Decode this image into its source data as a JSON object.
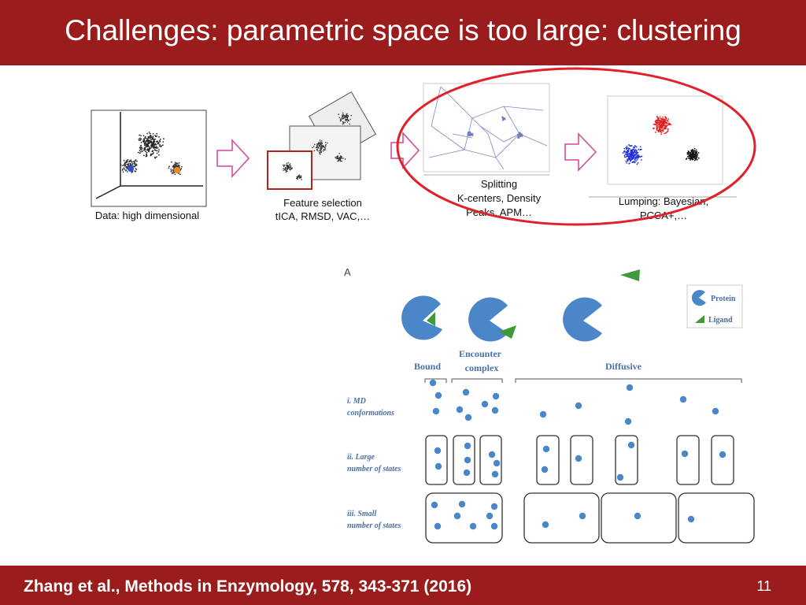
{
  "title": "Challenges: parametric space is too large: clustering",
  "footer": {
    "citation": "Zhang et al., Methods in Enzymology, 578, 343-371 (2016)",
    "page_number": "11"
  },
  "pipeline": {
    "steps": [
      {
        "caption_lines": [
          "Data: high dimensional"
        ]
      },
      {
        "caption_lines": [
          "Feature selection",
          "tICA, RMSD, VAC,…"
        ]
      },
      {
        "caption_lines": [
          "Splitting",
          "K-centers, Density",
          "Peaks, APM…"
        ]
      },
      {
        "caption_lines": [
          "Lumping: Bayesian,",
          "PCCA+,…"
        ]
      }
    ],
    "highlight_color": "#e0202a"
  },
  "panel_a": {
    "panel_label": "A",
    "legend": {
      "protein": "Protein",
      "ligand": "Ligand"
    },
    "stages": {
      "bound": "Bound",
      "encounter_line1": "Encounter",
      "encounter_line2": "complex",
      "diffusive": "Diffusive"
    },
    "rows": [
      {
        "line1": "i.  MD",
        "line2": "conformations"
      },
      {
        "line1": "ii.  Large",
        "line2": "number of states"
      },
      {
        "line1": "iii.  Small",
        "line2": "number of states"
      }
    ],
    "colors": {
      "protein": "#4a86c8",
      "ligand": "#3f9a3a",
      "label": "#4a6fa5"
    }
  }
}
